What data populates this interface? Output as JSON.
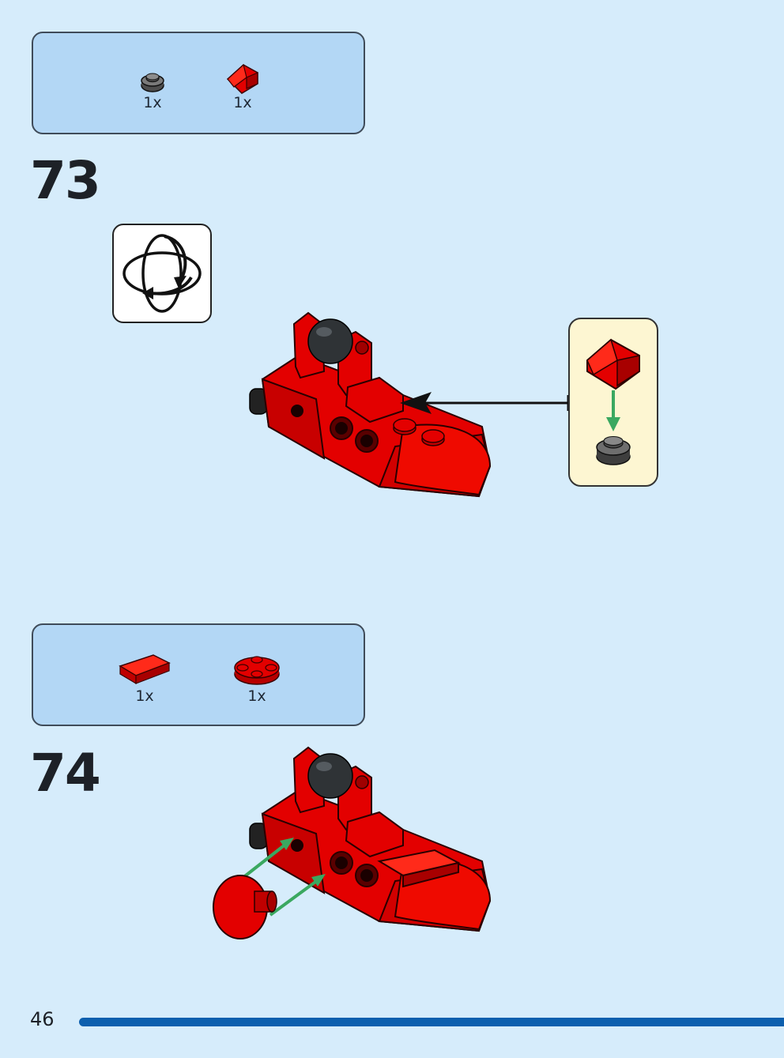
{
  "steps": [
    {
      "number": "73",
      "parts": [
        {
          "name": "round-plate-dark-grey",
          "qty": "1x"
        },
        {
          "name": "slope-red",
          "qty": "1x"
        }
      ],
      "rotate_icon": "rotate-model-icon"
    },
    {
      "number": "74",
      "parts": [
        {
          "name": "tile-red",
          "qty": "1x"
        },
        {
          "name": "round-plate-red",
          "qty": "1x"
        }
      ]
    }
  ],
  "page": {
    "number": "46"
  },
  "colors": {
    "background": "#d6ecfb",
    "parts_box": "#b3d7f5",
    "brick_red": "#e30000",
    "arrow_green": "#3aa860",
    "callout": "#fdf6d2",
    "progress": "#0c5fae"
  }
}
